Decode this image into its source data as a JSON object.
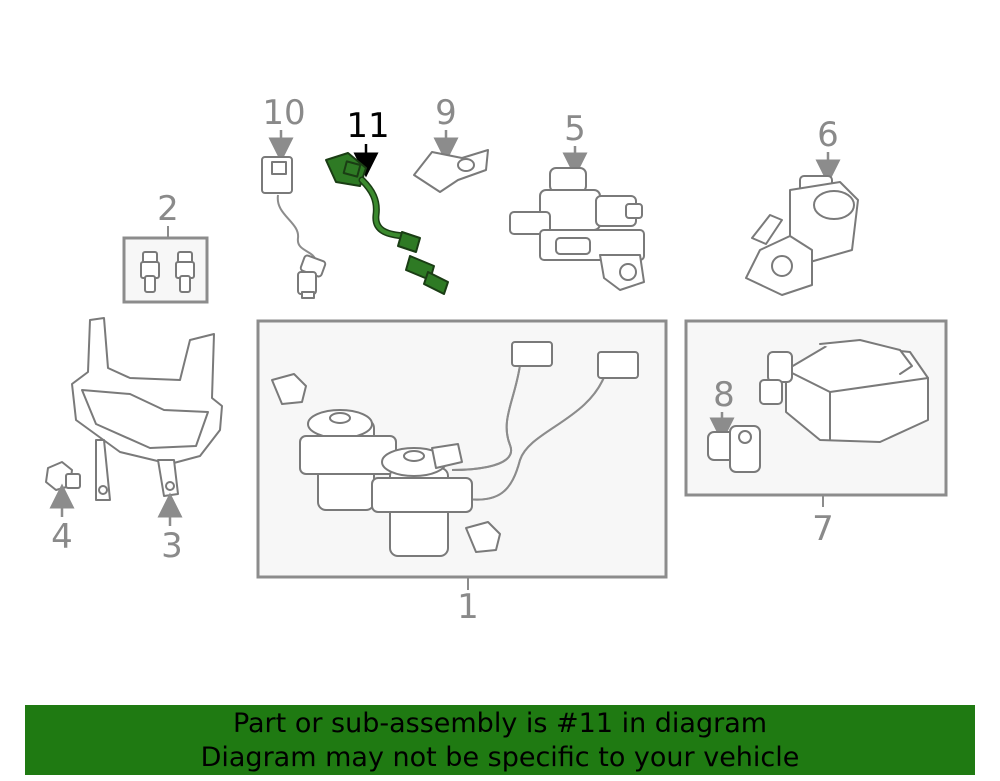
{
  "diagram": {
    "callouts": {
      "c1": "1",
      "c2": "2",
      "c3": "3",
      "c4": "4",
      "c5": "5",
      "c6": "6",
      "c7": "7",
      "c8": "8",
      "c9": "9",
      "c10": "10",
      "c11": "11"
    },
    "highlighted_part": "11",
    "highlight_color": "#2e7a24"
  },
  "banner": {
    "line1": "Part or sub-assembly is #11 in diagram",
    "line2": "Diagram may not be specific to your vehicle",
    "background": "#1f7a12"
  }
}
